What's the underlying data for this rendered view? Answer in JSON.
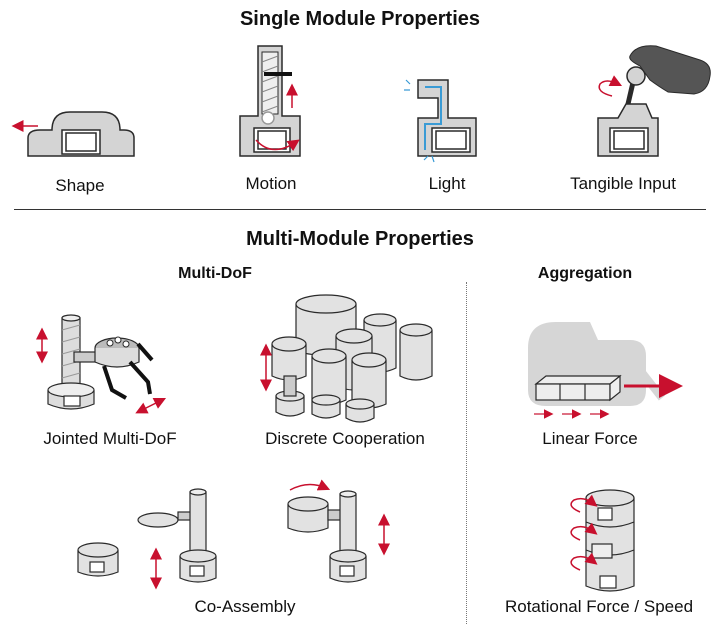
{
  "single": {
    "title": "Single Module Properties",
    "items": [
      {
        "label": "Shape"
      },
      {
        "label": "Motion"
      },
      {
        "label": "Light"
      },
      {
        "label": "Tangible Input"
      }
    ]
  },
  "multi": {
    "title": "Multi-Module Properties",
    "dof": {
      "heading": "Multi-DoF",
      "items": [
        {
          "label": "Jointed Multi-DoF"
        },
        {
          "label": "Discrete Cooperation"
        },
        {
          "label": "Co-Assembly"
        }
      ]
    },
    "aggregation": {
      "heading": "Aggregation",
      "items": [
        {
          "label": "Linear Force"
        },
        {
          "label": "Rotational Force / Speed"
        }
      ]
    }
  },
  "colors": {
    "module_fill": "#d4d4d4",
    "module_stroke": "#2a2a2a",
    "accent_red": "#c8102e",
    "accent_blue": "#3a9bd5",
    "faded_gray": "#cfcfcf"
  }
}
